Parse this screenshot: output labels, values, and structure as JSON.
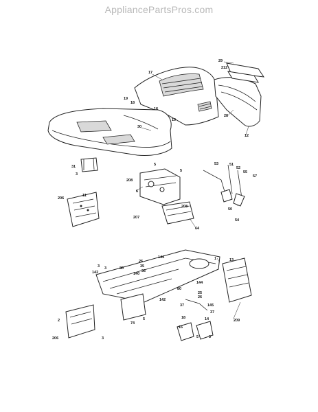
{
  "watermark": "AppliancePartsPros.com",
  "callouts": {
    "c17": "17",
    "c29": "29",
    "c212": "212",
    "c18a": "18",
    "c19": "19",
    "c16": "16",
    "c10": "10",
    "c30": "30",
    "c28": "28",
    "c12": "12",
    "c31": "31",
    "c3a": "3",
    "c5a": "5",
    "c5b": "5",
    "c208a": "208",
    "c6": "6",
    "c53": "53",
    "c51": "51",
    "c52": "52",
    "c55": "55",
    "c57": "57",
    "c50": "50",
    "c54": "54",
    "c206a": "206",
    "c11": "11",
    "c207": "207",
    "c208b": "208",
    "c64": "64",
    "c144a": "144",
    "c26a": "26",
    "c35a": "35",
    "c36": "36",
    "c1": "1",
    "c13": "13",
    "c3b": "3",
    "c142a": "142",
    "c80a": "80",
    "c140": "140",
    "c3c": "3",
    "c80b": "80",
    "c144b": "144",
    "c25": "25",
    "c26b": "26",
    "c142b": "142",
    "c37a": "37",
    "c145": "145",
    "c37b": "37",
    "c209": "209",
    "c2": "2",
    "c74": "74",
    "c5c": "5",
    "c3d": "3",
    "c206b": "206",
    "c16b": "16",
    "c18b": "18",
    "c5d": "5",
    "c14": "14",
    "c3e": "3"
  }
}
